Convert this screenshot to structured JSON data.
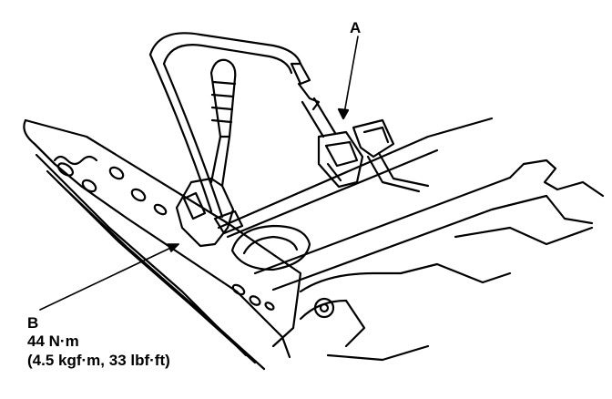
{
  "callouts": {
    "a": "A",
    "b": "B"
  },
  "torque": {
    "nm": "44 N·m",
    "alt": "(4.5 kgf·m, 33 lbf·ft)"
  },
  "colors": {
    "line": "#000000",
    "background": "#ffffff"
  }
}
